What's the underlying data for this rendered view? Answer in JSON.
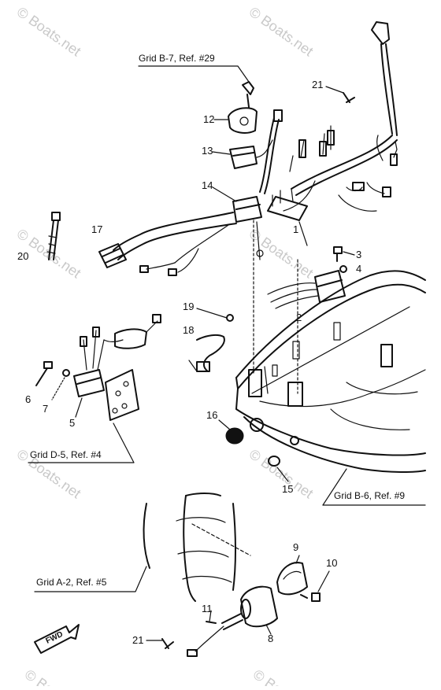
{
  "watermark": "© Boats.net",
  "references": [
    {
      "id": "grid-b7",
      "text": "Grid B-7, Ref. #29"
    },
    {
      "id": "grid-d5",
      "text": "Grid D-5, Ref. #4"
    },
    {
      "id": "grid-b6",
      "text": "Grid B-6, Ref. #9"
    },
    {
      "id": "grid-a2",
      "text": "Grid A-2, Ref. #5"
    }
  ],
  "part_numbers": [
    "1",
    "2",
    "3",
    "4",
    "5",
    "6",
    "7",
    "8",
    "9",
    "10",
    "11",
    "12",
    "13",
    "14",
    "15",
    "16",
    "17",
    "18",
    "19",
    "20",
    "21",
    "21"
  ],
  "direction_label": "FWD"
}
